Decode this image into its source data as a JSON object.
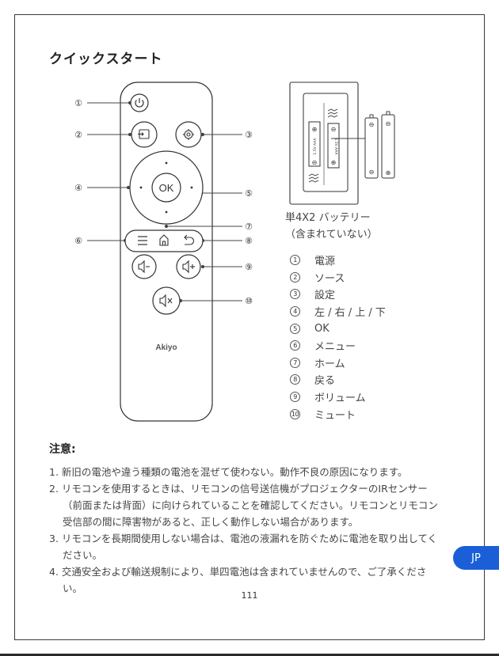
{
  "title": "クイックスタート",
  "remote": {
    "brand": "Akiyo",
    "ok_label": "OK",
    "callouts": [
      "①",
      "②",
      "③",
      "④",
      "⑤",
      "⑥",
      "⑦",
      "⑧",
      "⑨",
      "⑩"
    ]
  },
  "battery": {
    "cell_label": "1.5V AAA",
    "plus": "⊕",
    "minus": "⊖",
    "caption_line1": "単4X2 バッテリー",
    "caption_line2": "（含まれていない）"
  },
  "legend": [
    {
      "num": "1",
      "label": "電源"
    },
    {
      "num": "2",
      "label": "ソース"
    },
    {
      "num": "3",
      "label": "設定"
    },
    {
      "num": "4",
      "label": "左 / 右 / 上 / 下"
    },
    {
      "num": "5",
      "label": "OK"
    },
    {
      "num": "6",
      "label": "メニュー"
    },
    {
      "num": "7",
      "label": "ホーム"
    },
    {
      "num": "8",
      "label": "戻る"
    },
    {
      "num": "9",
      "label": "ボリューム"
    },
    {
      "num": "10",
      "label": "ミュート"
    }
  ],
  "notes_title": "注意:",
  "notes": [
    "1. 新旧の電池や違う種類の電池を混ぜて使わない。動作不良の原因になります。",
    "2. リモコンを使用するときは、リモコンの信号送信機がプロジェクターのIRセンサー（前面または背面）に向けられていることを確認してください。リモコンとリモコン受信部の間に障害物があると、正しく動作しない場合があります。",
    "3. リモコンを長期間使用しない場合は、電池の液漏れを防ぐために電池を取り出してください。",
    "4. 交通安全および輸送規制により、単四電池は含まれていませんので、ご了承ください。"
  ],
  "page_number": "111",
  "language_tab": "JP"
}
